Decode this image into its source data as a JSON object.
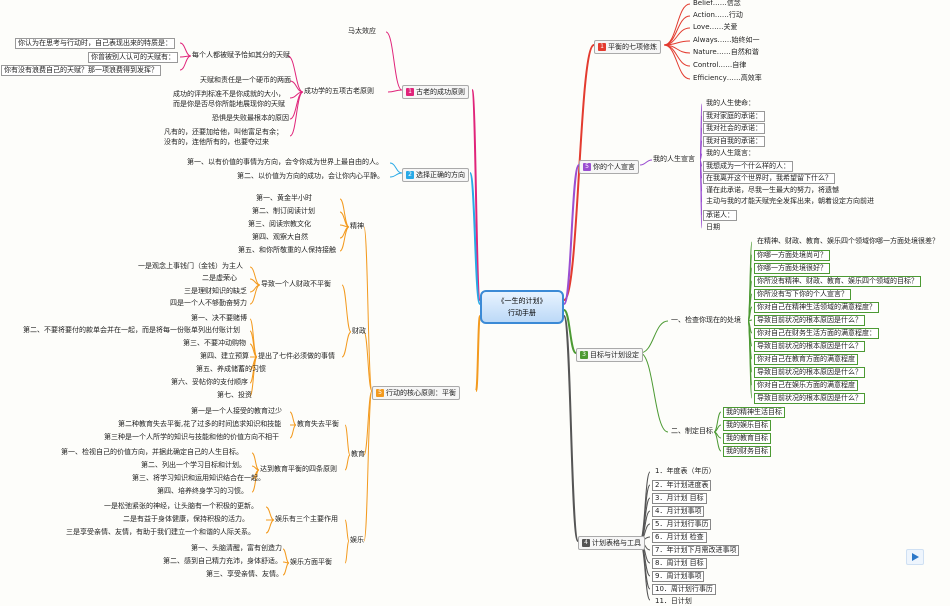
{
  "center": {
    "line1": "《一生的计划》",
    "line2": "行动手册"
  },
  "colors": {
    "balance": "#e33b2f",
    "personal": "#9b4fd1",
    "goals": "#4c9a33",
    "tools": "#555555",
    "success": "#e0247a",
    "direction": "#29a9e6",
    "core": "#f39a1e"
  },
  "balance": {
    "badge": "1",
    "title": "平衡的七项修炼",
    "items": [
      "Belief……信念",
      "Action……行动",
      "Love……关爱",
      "Always……始终如一",
      "Nature……自然和谐",
      "Control……自律",
      "Efficiency……高效率"
    ]
  },
  "personal": {
    "badge": "5",
    "title": "你的个人宣言",
    "sub": "我的人生宣言",
    "items": [
      "我的人生使命：",
      "我对家庭的承诺：",
      "我对社会的承诺：",
      "我对自我的承诺：",
      "我的人生箴言：",
      "我想成为一个什么样的人：",
      "在我离开这个世界时，我希望留下什么？",
      "谨在此承诺，尽我一生最大的努力，将遗憾",
      "主动与我的才能天赋完全发挥出来，朝着设定方向前进",
      "承诺人：",
      "日期"
    ]
  },
  "goals": {
    "badge": "3",
    "title": "目标与计划设定",
    "check": {
      "label": "一、检查你现在的处境",
      "items": [
        "在精神、财政、教育、娱乐四个领域你哪一方面处境很差？",
        "你哪一方面处境尚可？",
        "你哪一方面处境很好？",
        "你所没有精神、财政、教育、娱乐四个领域的目标？",
        "你所没有写下你的个人宣言？",
        "你对自己在精神生活领域的满意程度？",
        "导致目前状况的根本原因是什么？",
        "你对自己在财务生活方面的满意程度：",
        "导致目前状况的根本原因是什么？",
        "你对自己在教育方面的满意程度",
        "导致目前状况的根本原因是什么？",
        "你对自己在娱乐方面的满意程度",
        "导致目前状况的根本原因是什么？"
      ]
    },
    "set": {
      "label": "二、制定目标",
      "items": [
        "我的精神生活目标",
        "我的娱乐目标",
        "我的教育目标",
        "我的财务目标"
      ]
    }
  },
  "tools": {
    "badge": "4",
    "title": "计划表格与工具",
    "items": [
      "1．年度表（年历）",
      "2．年计划进度表",
      "3．月计划 目标",
      "4．月计划事项",
      "5．月计划行事历",
      "6．月计划 检查",
      "7．年计划下月需改进事项",
      "8．周计划 目标",
      "9．周计划事项",
      "10．周计划行事历",
      "11．日计划"
    ]
  },
  "success": {
    "badge": "1",
    "title": "古老的成功原则",
    "matthew": "马太效应",
    "secret_title": "成功学的五项古老原则",
    "left": [
      "你认为在思考与行动时，自己表现出来的特质是：",
      "你曾被别人认可的天赋有：",
      "你有没有浪费自己的天赋？那一项浪费得到发挥？"
    ],
    "talent": "每个人都被赋予恰如其分的天赋",
    "items": [
      "天赋和责任是一个硬币的两面",
      "成功的评判标准不是你成就的大小，",
      "而是你是否尽你所能地展现你的天赋",
      "恐惧是失败最根本的原因",
      "凡有的，还要加给他，叫他富足有余；",
      "没有的，连他所有的，也要夺过来"
    ]
  },
  "direction": {
    "badge": "2",
    "title": "选择正确的方向",
    "items": [
      "第一、以有价值的事情为方向，会令你成为世界上最自由的人。",
      "第二、以价值为方向的成功，会让你内心平静。"
    ]
  },
  "core": {
    "badge": "5",
    "title": "行动的核心原则：平衡",
    "spirit": {
      "label": "精神",
      "items": [
        "第一、黄金半小时",
        "第二、制订阅读计划",
        "第三、阅读宗教文化",
        "第四、观察大自然",
        "第五、和你所敬重的人保持接触"
      ]
    },
    "finance": {
      "label": "财政",
      "g1": {
        "label": "导致一个人财政不平衡",
        "items": [
          "一是观念上事钱门（金钱）为主人",
          "二是虚荣心",
          "三是理财知识的缺乏",
          "四是一个人不够勤奋努力"
        ]
      },
      "g2": {
        "label": "提出了七件必须做的事情",
        "items": [
          "第一、决不要赌博",
          "第二、不要将要付的款单会并在一起，而是将每一份账单列出付账计划",
          "第三、不要冲动购物",
          "第四、建立预算",
          "第五、养成储蓄的习惯",
          "第六、妥帖你的支付顺序",
          "第七、投资"
        ]
      }
    },
    "education": {
      "label": "教育",
      "g1": {
        "label": "教育失去平衡",
        "items": [
          "第一是一个人接受的教育过少",
          "第二种教育失去平衡,花了过多的时间追求知识和技能",
          "第三种是一个人所学的知识与技能和他的价值方向不相干"
        ]
      },
      "g2": {
        "label": "达到教育平衡的四条原则",
        "items": [
          "第一、检视自己的价值方向，并据此确定自己的人生目标。",
          "第二、列出一个学习目标和计划。",
          "第三、将学习知识和运用知识结合在一起。",
          "第四、培养终身学习的习惯。"
        ]
      }
    },
    "leisure": {
      "label": "娱乐",
      "g1": {
        "label": "娱乐有三个主要作用",
        "items": [
          "一是松弛紧张的神经，让头脑有一个积极的更新。",
          "二是有益于身体健康，保持积极的活力。",
          "三是享受亲情、友情，有助于我们建立一个和谐的人际关系。"
        ]
      },
      "g2": {
        "label": "娱乐方面平衡",
        "items": [
          "第一、头脑清醒，富有创造力",
          "第二、感到自己精力充沛，身体舒适。",
          "第三、享受亲情、友情。"
        ]
      }
    }
  }
}
